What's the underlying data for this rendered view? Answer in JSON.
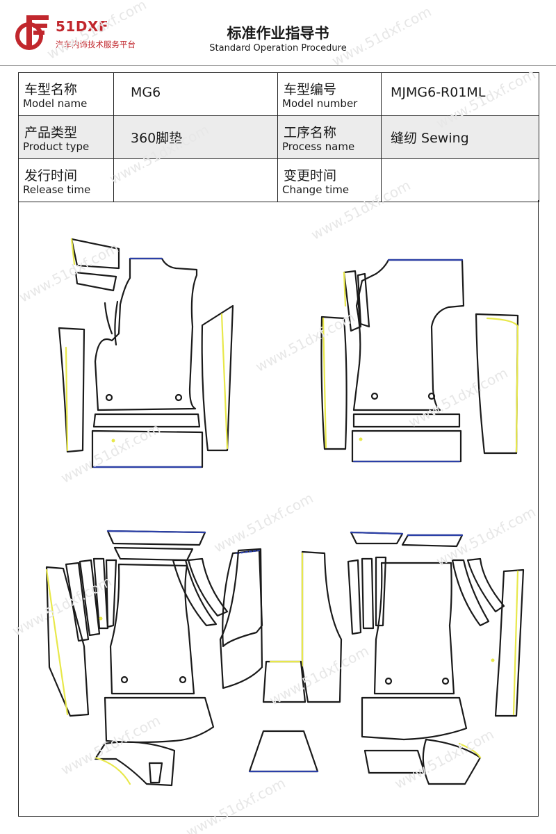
{
  "brand": {
    "name": "51DXF",
    "tagline": "汽车内饰技术服务平台",
    "color": "#c1272d"
  },
  "header": {
    "title": "标准作业指导书",
    "subtitle": "Standard Operation Procedure"
  },
  "info_table": {
    "model_name": {
      "label_cn": "车型名称",
      "label_en": "Model name",
      "value": "MG6"
    },
    "model_number": {
      "label_cn": "车型编号",
      "label_en": "Model number",
      "value": "MJMG6-R01ML"
    },
    "product_type": {
      "label_cn": "产品类型",
      "label_en": "Product type",
      "value": "360脚垫"
    },
    "process_name": {
      "label_cn": "工序名称",
      "label_en": "Process name",
      "value": "缝纫 Sewing"
    },
    "release_time": {
      "label_cn": "发行时间",
      "label_en": "Release time",
      "value": ""
    },
    "change_time": {
      "label_cn": "变更时间",
      "label_en": "Change time",
      "value": ""
    }
  },
  "watermark": {
    "text": "www.51dxf.com"
  },
  "drawing": {
    "outline_color": "#1a1a1a",
    "yellow_edge_color": "#e8e84a",
    "blue_edge_color": "#2a3fa8"
  }
}
